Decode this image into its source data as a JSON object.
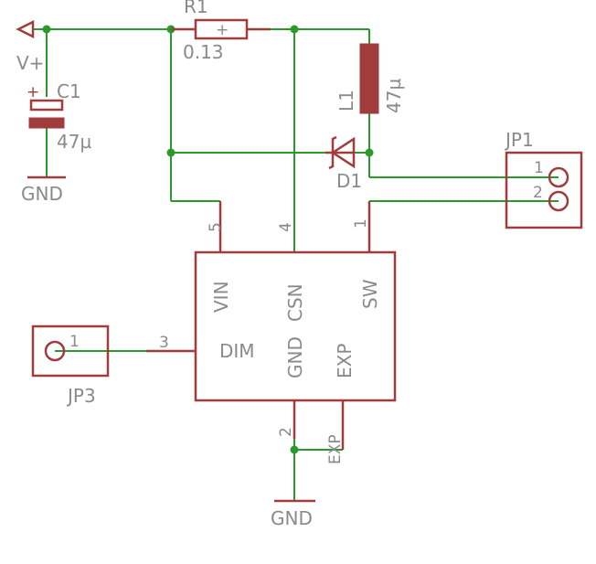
{
  "labels": {
    "vplus": "V+",
    "r1_name": "R1",
    "r1_value": "0.13",
    "c1_name": "C1",
    "c1_value": "47µ",
    "gnd_top": "GND",
    "l1_name": "L1",
    "l1_value": "47µ",
    "d1_name": "D1",
    "jp1_name": "JP1",
    "jp1_pin1": "1",
    "jp1_pin2": "2",
    "jp3_name": "JP3",
    "jp3_pin1": "1",
    "ic_vin": "VIN",
    "ic_csn": "CSN",
    "ic_sw": "SW",
    "ic_dim": "DIM",
    "ic_gnd": "GND",
    "ic_exp": "EXP",
    "ic_exp_pin": "EXP",
    "pin5": "5",
    "pin4": "4",
    "pin1": "1",
    "pin3": "3",
    "pin2": "2",
    "gnd_bottom": "GND",
    "polarity_plus": "+"
  }
}
